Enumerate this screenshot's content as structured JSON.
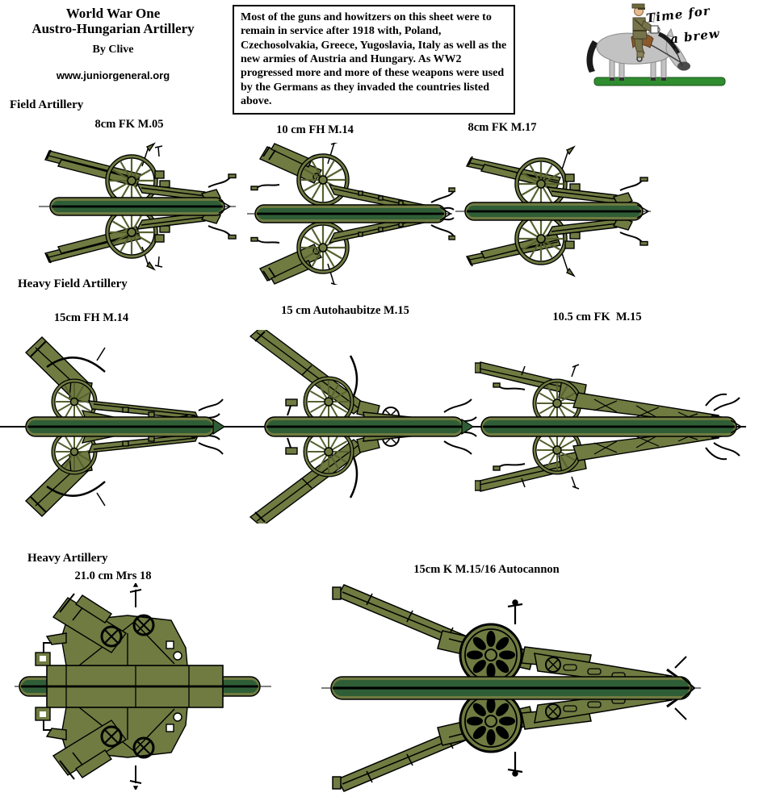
{
  "header": {
    "title_line1": "World War One",
    "title_line2": "Austro-Hungarian Artillery",
    "byline": "By Clive",
    "website": "www.juniorgeneral.org",
    "note": "Most of the guns and howitzers on this sheet were to remain in service after 1918 with, Poland, Czechosolvakia, Greece, Yugoslavia, Italy as well as the new armies of Austria and Hungary. As WW2 progressed more and more of these weapons were used by the Germans as they invaded the countries listed above.",
    "cartoon_caption_line1": "Time for",
    "cartoon_caption_line2": "a brew"
  },
  "sections": [
    {
      "heading": "Field Artillery",
      "labels": [
        "8cm FK M.05",
        "10 cm FH M.14",
        "8cm FK M.17"
      ]
    },
    {
      "heading": "Heavy Field Artillery",
      "labels": [
        "15cm FH M.14",
        "15 cm Autohaubitze M.15",
        "10.5 cm FK  M.15"
      ]
    },
    {
      "heading": "Heavy Artillery",
      "labels": [
        "21.0 cm Mrs 18",
        "15cm K M.15/16 Autocannon"
      ]
    }
  ],
  "palette": {
    "gun_olive": "#6F7B41",
    "gun_olive_dark": "#55612F",
    "base_bar_green": "#2F5E36",
    "outline_black": "#000000",
    "horse_grey": "#C2C2C2",
    "saddle_brown": "#8B5A2B",
    "grass_green": "#2F8C2F",
    "uniform_khaki": "#77734A"
  }
}
